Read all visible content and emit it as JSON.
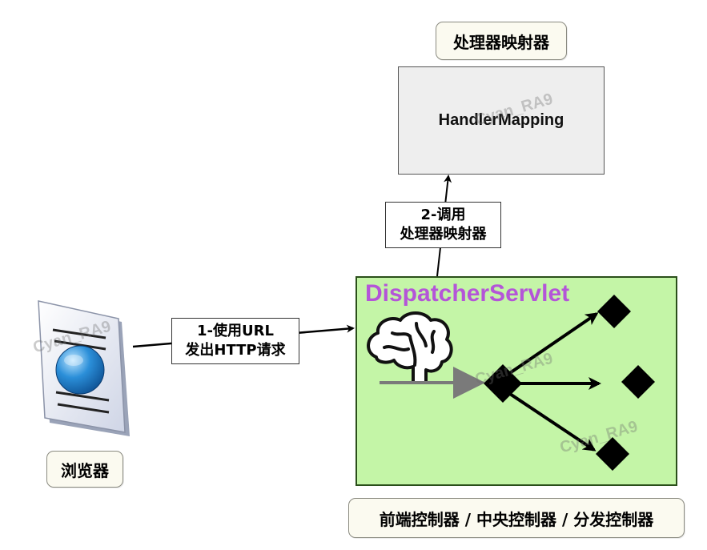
{
  "labels": {
    "handler_mapping_cn": "处理器映射器",
    "handler_mapping": "HandlerMapping",
    "call_line1": "2-调用",
    "call_line2": "处理器映射器",
    "request_line1": "1-使用URL",
    "request_line2": "发出HTTP请求",
    "dispatcher_title": "DispatcherServlet",
    "browser_cn": "浏览器",
    "front_controller_cn": "前端控制器 / 中央控制器 / 分发控制器"
  },
  "watermark": "Cyan_RA9",
  "colors": {
    "dispatcher_fill": "#c4f5a7",
    "dispatcher_stroke": "#2a4f1a",
    "dispatcher_title": "#b455d8",
    "handler_fill": "#eeeeee",
    "label_fill": "#fbfaf0",
    "arrow": "#000000",
    "inner_arrow": "#7a7a7a"
  },
  "icons": {
    "browser": "browser-page-globe-icon",
    "brain": "brain-icon",
    "dispatch_hub": "diamond-icon",
    "targets": "diamond-icon"
  }
}
